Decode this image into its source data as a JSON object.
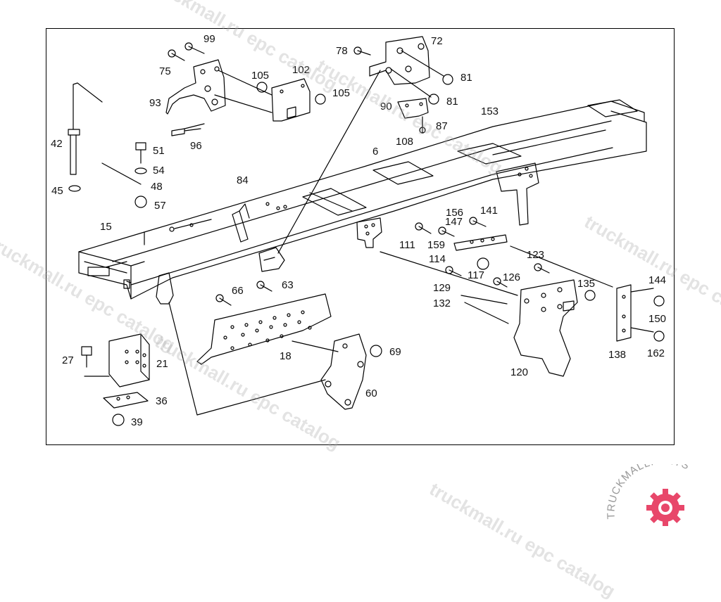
{
  "diagram": {
    "part_numbers": {
      "p99": "99",
      "p75": "75",
      "p105a": "105",
      "p102": "102",
      "p105b": "105",
      "p93": "93",
      "p96": "96",
      "p78": "78",
      "p72": "72",
      "p81a": "81",
      "p81b": "81",
      "p90": "90",
      "p87": "87",
      "p153": "153",
      "p108": "108",
      "p6": "6",
      "p42": "42",
      "p51": "51",
      "p54": "54",
      "p48": "48",
      "p45": "45",
      "p57": "57",
      "p84": "84",
      "p15": "15",
      "p156": "156",
      "p147": "147",
      "p141": "141",
      "p111": "111",
      "p159": "159",
      "p114": "114",
      "p123": "123",
      "p117": "117",
      "p126": "126",
      "p135": "135",
      "p144": "144",
      "p129": "129",
      "p132": "132",
      "p150": "150",
      "p66": "66",
      "p63": "63",
      "p138": "138",
      "p162": "162",
      "p120": "120",
      "p69": "69",
      "p18": "18",
      "p27": "27",
      "p21": "21",
      "p60": "60",
      "p36": "36",
      "p39": "39"
    }
  },
  "watermark": {
    "text": "truckmall.ru epc catalog"
  },
  "logo": {
    "text": "TRUCKMALLPARTS",
    "brand_color": "#e8476a"
  }
}
